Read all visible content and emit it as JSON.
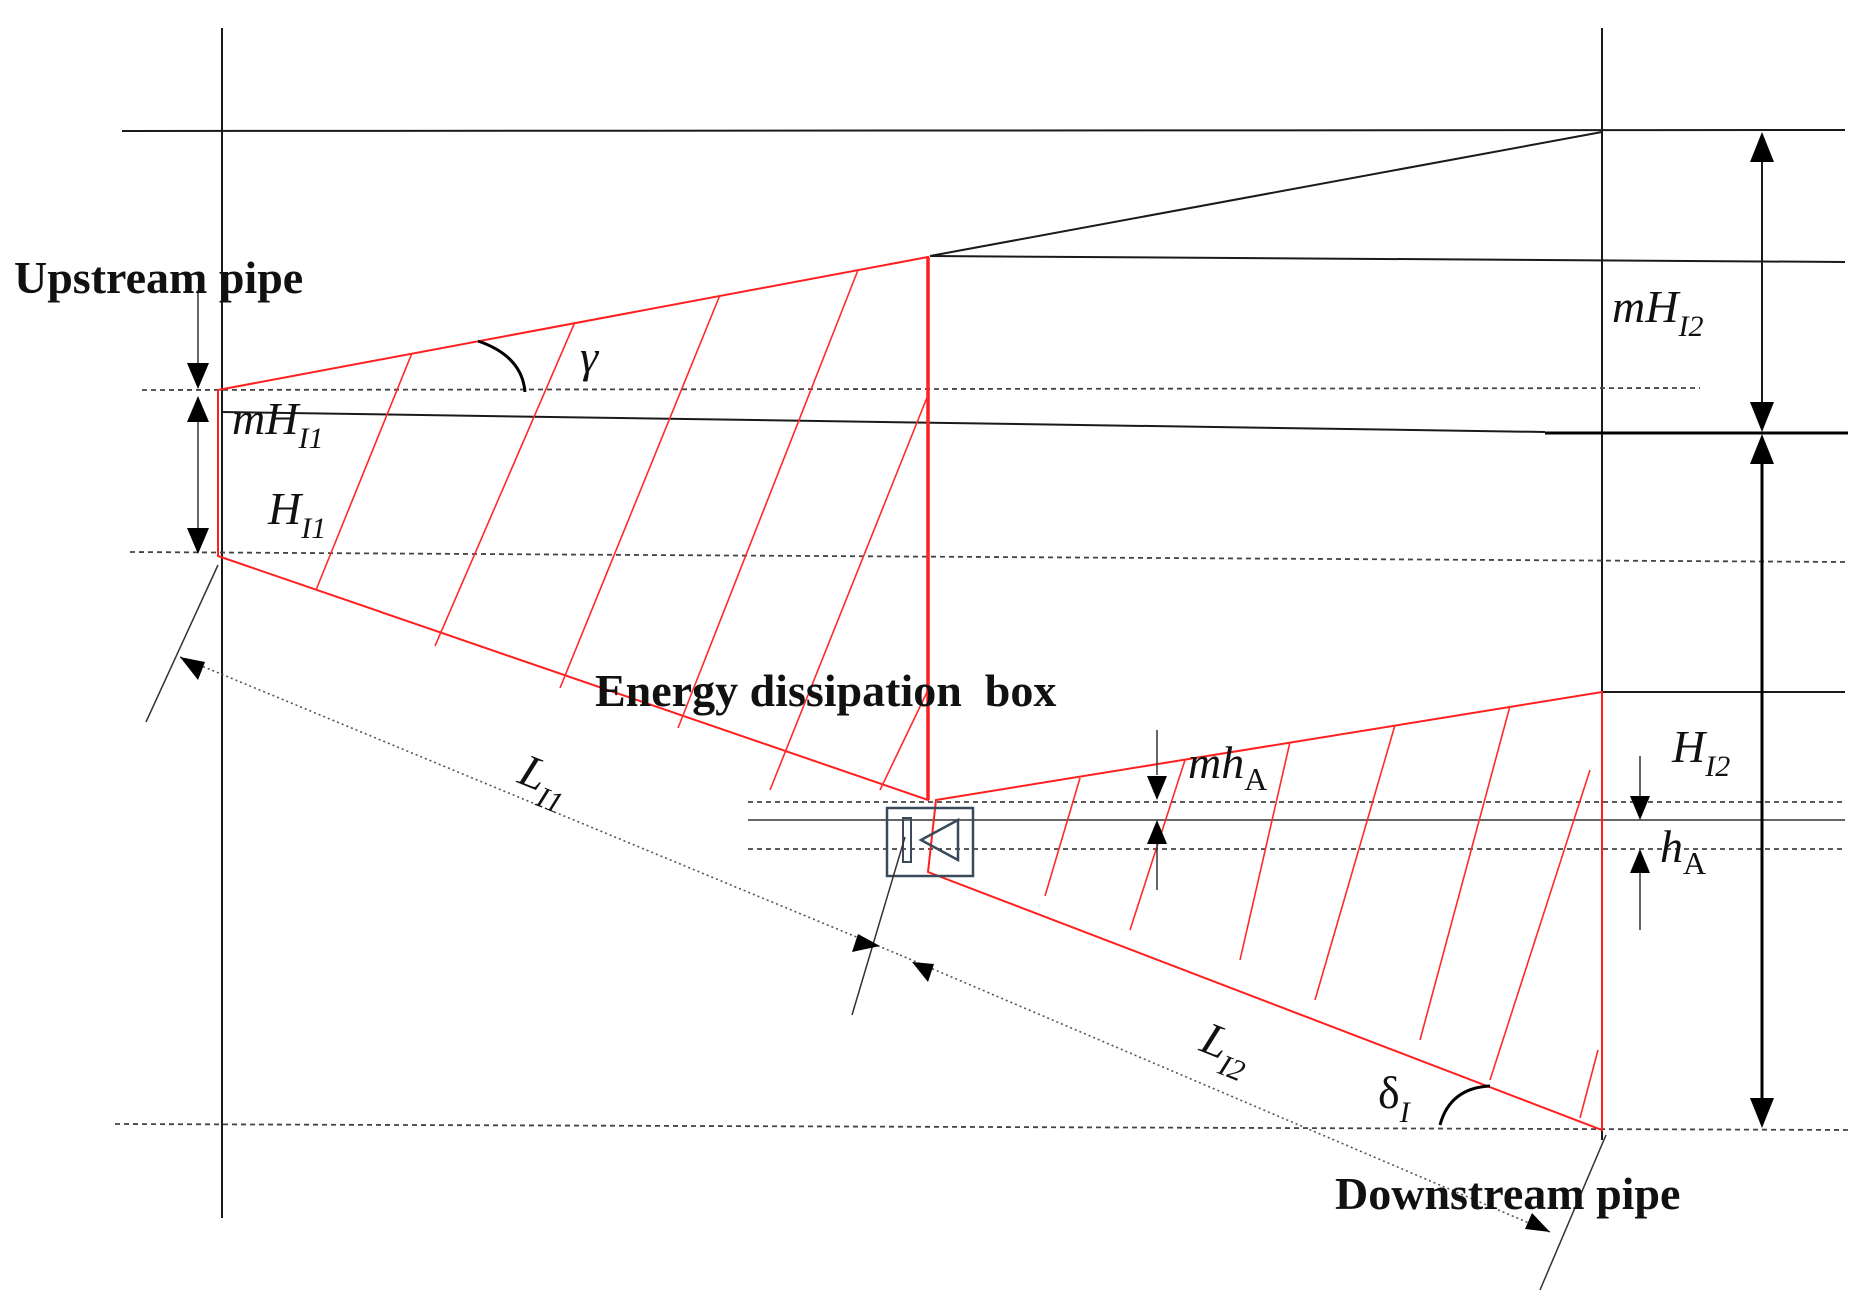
{
  "labels": {
    "upstream_pipe": "Upstream pipe",
    "downstream_pipe": "Downstream pipe",
    "energy_box": "Energy dissipation  box",
    "gamma": "γ",
    "mH_I1": {
      "main": "mH",
      "sub": "I1"
    },
    "H_I1": {
      "main": "H",
      "sub": "I1"
    },
    "mH_I2": {
      "main": "mH",
      "sub": "I2"
    },
    "H_I2": {
      "main": "H",
      "sub": "I2"
    },
    "mh_A": {
      "main": "mh",
      "sub": "A"
    },
    "h_A": {
      "main": "h",
      "sub": "A"
    },
    "L_I1": {
      "main": "L",
      "sub": "I1"
    },
    "L_I2": {
      "main": "L",
      "sub": "I2"
    },
    "delta_I": {
      "main": "δ",
      "sub": "I"
    }
  },
  "colors": {
    "line": "#1a1a1a",
    "red": "#ff1f1f",
    "box": "#3a4a5a"
  }
}
